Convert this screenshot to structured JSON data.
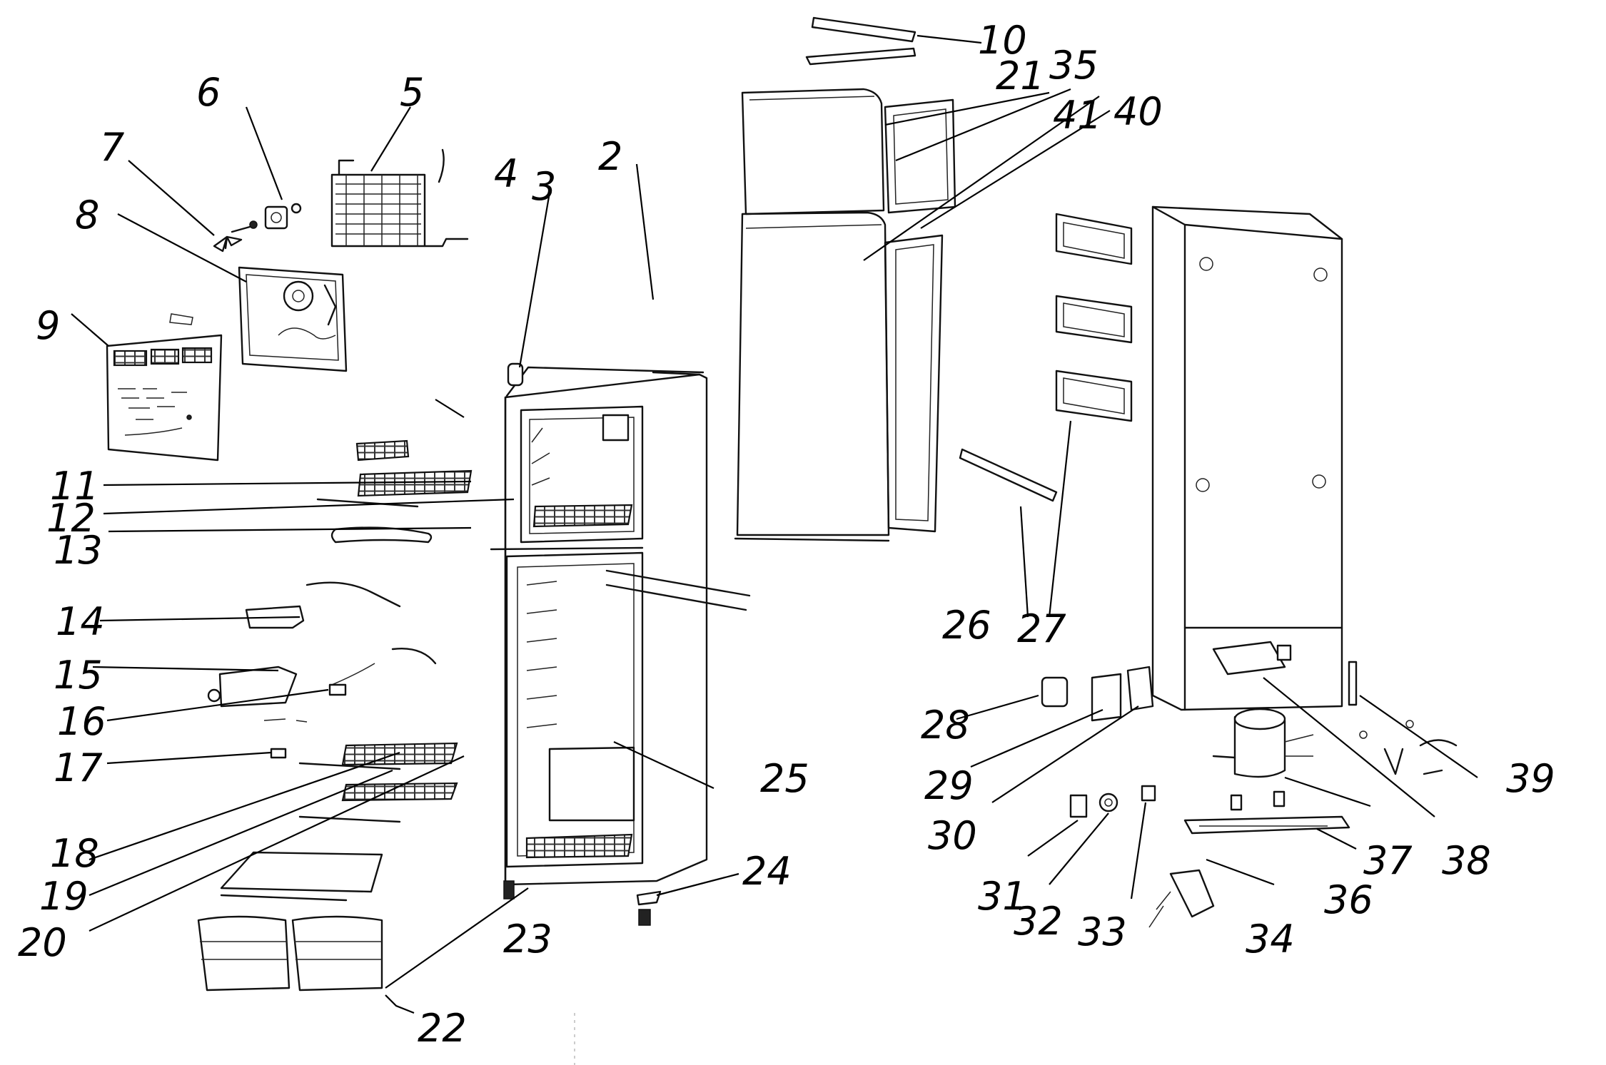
{
  "callouts": [
    {
      "id": "c1",
      "number": "2"
    },
    {
      "id": "c2",
      "number": "3"
    },
    {
      "id": "c3",
      "number": "4"
    },
    {
      "id": "c4",
      "number": "5"
    },
    {
      "id": "c5",
      "number": "6"
    },
    {
      "id": "c6",
      "number": "7"
    },
    {
      "id": "c7",
      "number": "8"
    },
    {
      "id": "c8",
      "number": "9"
    },
    {
      "id": "c9",
      "number": "10"
    },
    {
      "id": "c10",
      "number": "11"
    },
    {
      "id": "c11",
      "number": "12"
    },
    {
      "id": "c12",
      "number": "13"
    },
    {
      "id": "c13",
      "number": "14"
    },
    {
      "id": "c14",
      "number": "15"
    },
    {
      "id": "c15",
      "number": "16"
    },
    {
      "id": "c16",
      "number": "17"
    },
    {
      "id": "c17",
      "number": "18"
    },
    {
      "id": "c18",
      "number": "19"
    },
    {
      "id": "c19",
      "number": "20"
    },
    {
      "id": "c20",
      "number": "21"
    },
    {
      "id": "c21",
      "number": "22"
    },
    {
      "id": "c22",
      "number": "23"
    },
    {
      "id": "c23",
      "number": "24"
    },
    {
      "id": "c24",
      "number": "25"
    },
    {
      "id": "c25",
      "number": "26"
    },
    {
      "id": "c26",
      "number": "27"
    },
    {
      "id": "c27",
      "number": "28"
    },
    {
      "id": "c28",
      "number": "29"
    },
    {
      "id": "c29",
      "number": "30"
    },
    {
      "id": "c30",
      "number": "31"
    },
    {
      "id": "c31",
      "number": "32"
    },
    {
      "id": "c32",
      "number": "33"
    },
    {
      "id": "c33",
      "number": "34"
    },
    {
      "id": "c34",
      "number": "35"
    },
    {
      "id": "c35",
      "number": "36"
    },
    {
      "id": "c36",
      "number": "37"
    },
    {
      "id": "c37",
      "number": "38"
    },
    {
      "id": "c38",
      "number": "39"
    },
    {
      "id": "c39",
      "number": "40"
    },
    {
      "id": "c40",
      "number": "41"
    }
  ],
  "parts": [
    {
      "id": "main-cabinet"
    },
    {
      "id": "freezer-door"
    },
    {
      "id": "fridge-door"
    },
    {
      "id": "freezer-door-gasket"
    },
    {
      "id": "fridge-door-gasket"
    },
    {
      "id": "rear-cabinet-view"
    },
    {
      "id": "condenser-coil"
    },
    {
      "id": "evaporator-fan-motor"
    },
    {
      "id": "fan-blade"
    },
    {
      "id": "evaporator-cover"
    },
    {
      "id": "air-grille-panel"
    },
    {
      "id": "ice-tray"
    },
    {
      "id": "freezer-shelf"
    },
    {
      "id": "fridge-shelves"
    },
    {
      "id": "crisper-cover"
    },
    {
      "id": "crisper-drawers"
    },
    {
      "id": "door-bins"
    },
    {
      "id": "door-handles"
    },
    {
      "id": "compressor"
    },
    {
      "id": "compressor-baseplate"
    },
    {
      "id": "leveling-feet"
    },
    {
      "id": "thermostat-housing"
    },
    {
      "id": "electrical-components"
    }
  ]
}
